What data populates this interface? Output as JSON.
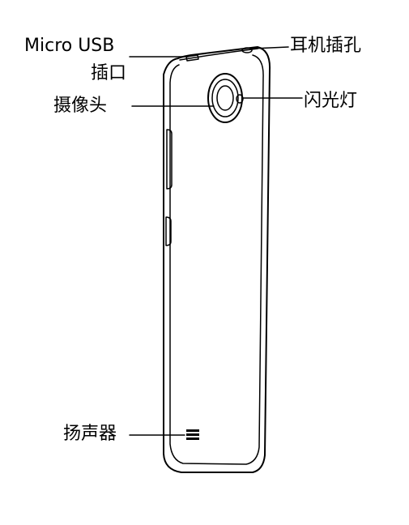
{
  "labels": {
    "micro_usb_line1": "Micro USB",
    "micro_usb_line2": "插口",
    "earphone_jack": "耳机插孔",
    "camera": "摄像头",
    "flash": "闪光灯",
    "speaker": "扬声器"
  },
  "colors": {
    "outline": "#000000",
    "background": "#ffffff"
  }
}
